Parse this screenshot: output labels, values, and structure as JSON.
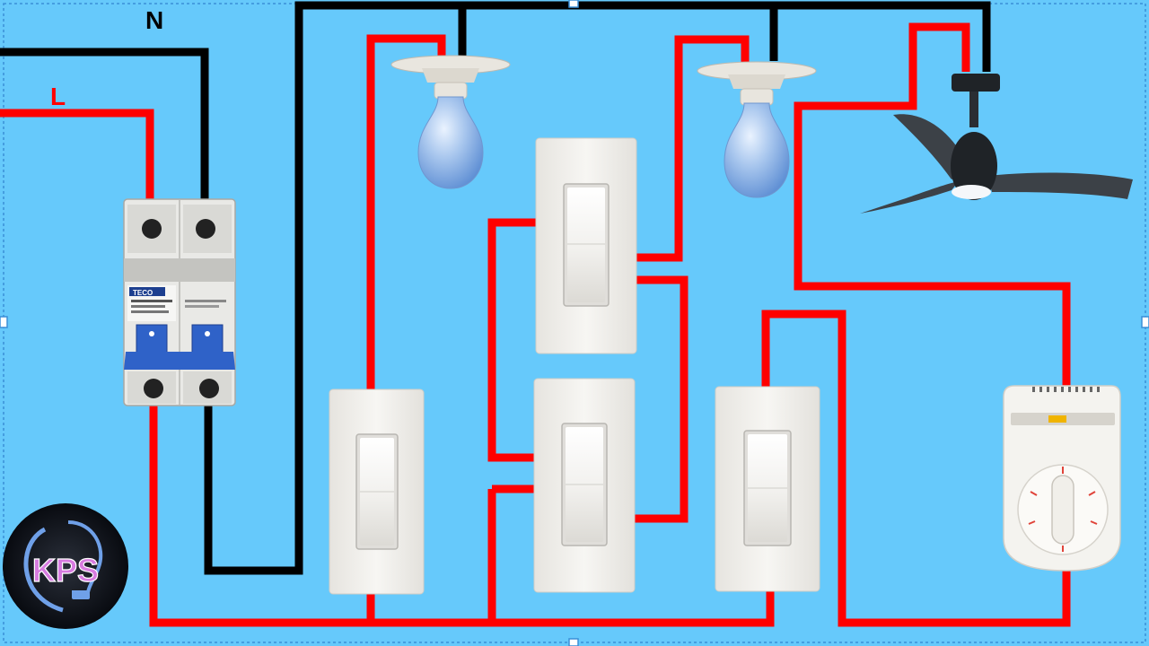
{
  "labels": {
    "neutral": "N",
    "live": "L"
  },
  "breaker": {
    "brand": "TECO"
  },
  "logo": {
    "text": "KPS"
  },
  "colors": {
    "background": "#66c9fb",
    "live_wire": "#ff0000",
    "neutral_wire": "#000000",
    "plate": "#f2f1ee",
    "bulb_glass": "#8ab4e8",
    "breaker_blue": "#2f62c8"
  },
  "icons": [
    "bulb-icon",
    "ceiling-fan-icon",
    "switch-icon",
    "circuit-breaker-icon",
    "fan-regulator-icon",
    "kps-logo"
  ]
}
